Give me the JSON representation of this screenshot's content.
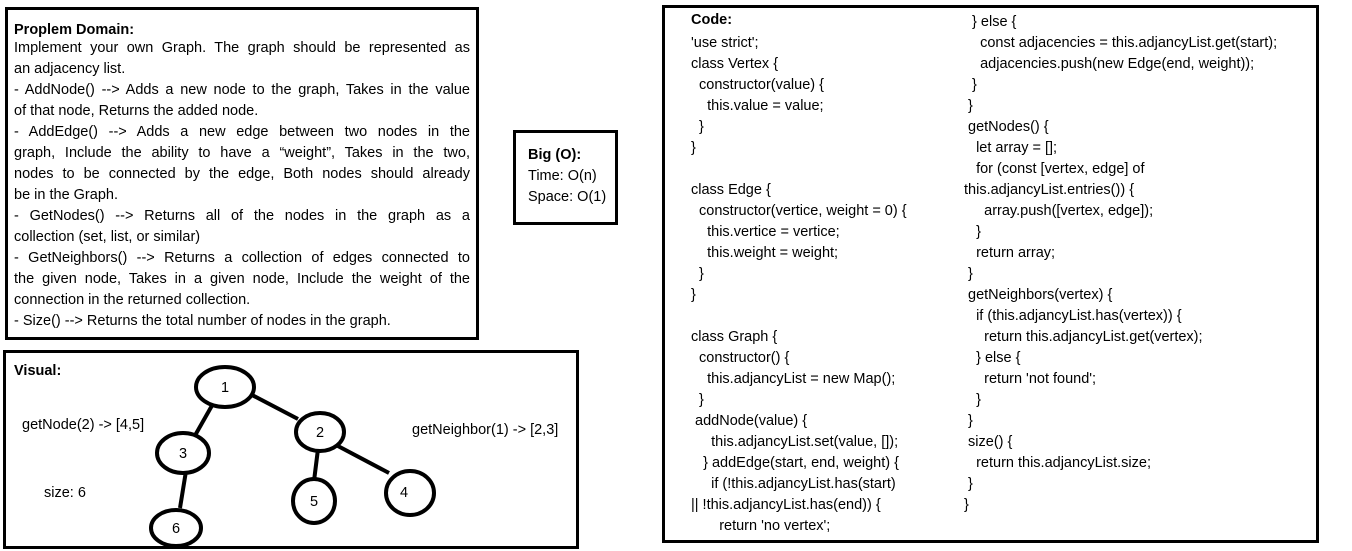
{
  "problem": {
    "title": "Proplem Domain:",
    "lines": [
      "Implement your own Graph. The graph should be represented as",
      "an adjacency list.",
      "- AddNode() --> Adds a new node to the graph, Takes in the value",
      "of that node, Returns the added node.",
      "- AddEdge() --> Adds a new edge between two nodes in the",
      "graph, Include the ability to have a “weight”, Takes in the two,",
      "nodes to be connected by the edge, Both nodes should already",
      "be in the Graph.",
      "- GetNodes() --> Returns all of the nodes in the graph as a",
      "collection (set, list, or similar)",
      "- GetNeighbors() --> Returns a collection of edges connected to",
      "the given node, Takes in a given node, Include the weight of the",
      "connection in the returned collection.",
      "- Size() --> Returns the total number of nodes in the graph."
    ]
  },
  "bigo": {
    "title": "Big (O):",
    "time": "Time: O(n)",
    "space": "Space: O(1)"
  },
  "visual": {
    "title": "Visual:",
    "getnode": "getNode(2) -> [4,5]",
    "getneighbor": "getNeighbor(1) -> [2,3]",
    "size": "size: 6",
    "nodes": [
      "1",
      "2",
      "3",
      "4",
      "5",
      "6"
    ]
  },
  "code": {
    "title": "Code:",
    "left": [
      "'use strict';",
      "class Vertex {",
      "  constructor(value) {",
      "    this.value = value;",
      "  }",
      "}",
      "",
      "class Edge {",
      "  constructor(vertice, weight = 0) {",
      "    this.vertice = vertice;",
      "    this.weight = weight;",
      "  }",
      "}",
      "",
      "class Graph {",
      "  constructor() {",
      "    this.adjancyList = new Map();",
      "  }",
      " addNode(value) {",
      "     this.adjancyList.set(value, []);",
      "   } addEdge(start, end, weight) {",
      "     if (!this.adjancyList.has(start)",
      "|| !this.adjancyList.has(end)) {",
      "       return 'no vertex';"
    ],
    "right": [
      "  } else {",
      "    const adjacencies = this.adjancyList.get(start);",
      "    adjacencies.push(new Edge(end, weight));",
      "  }",
      " }",
      " getNodes() {",
      "   let array = [];",
      "   for (const [vertex, edge] of",
      "this.adjancyList.entries()) {",
      "     array.push([vertex, edge]);",
      "   }",
      "   return array;",
      " }",
      " getNeighbors(vertex) {",
      "   if (this.adjancyList.has(vertex)) {",
      "     return this.adjancyList.get(vertex);",
      "   } else {",
      "     return 'not found';",
      "   }",
      " }",
      " size() {",
      "   return this.adjancyList.size;",
      " }",
      "}"
    ]
  }
}
